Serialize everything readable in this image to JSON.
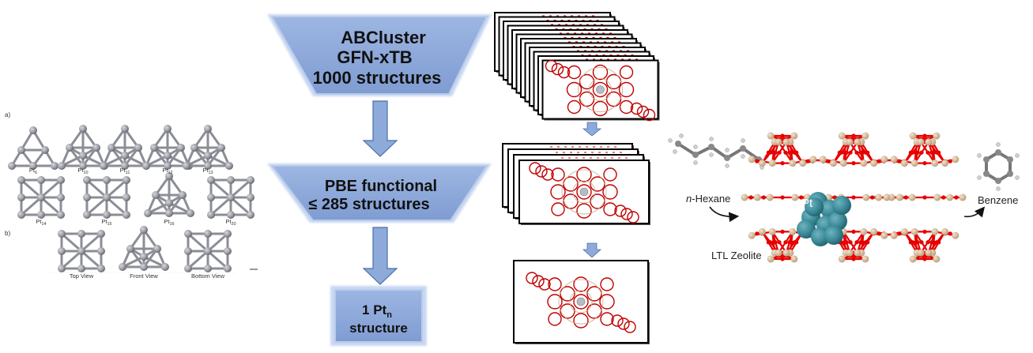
{
  "figure": {
    "left_panel": {
      "panel_a_label": "a)",
      "panel_b_label": "b)",
      "clusters_row1": [
        {
          "base": "Pt",
          "sub": "6"
        },
        {
          "base": "Pt",
          "sub": "10"
        },
        {
          "base": "Pt",
          "sub": "11"
        },
        {
          "base": "Pt",
          "sub": "12"
        },
        {
          "base": "Pt",
          "sub": "13"
        }
      ],
      "clusters_row2": [
        {
          "base": "Pt",
          "sub": "14"
        },
        {
          "base": "Pt",
          "sub": "15"
        },
        {
          "base": "Pt",
          "sub": "16"
        },
        {
          "base": "Pt",
          "sub": "20"
        }
      ],
      "views": [
        "Top View",
        "Front View",
        "Bottom View"
      ]
    },
    "workflow": {
      "stage1": {
        "lines": [
          "ABCluster",
          "GFN-xTB",
          "1000 structures"
        ]
      },
      "stage2": {
        "lines": [
          "PBE functional",
          "≤ 285 structures"
        ]
      },
      "stage3": {
        "line1_prefix": "1 Pt",
        "line1_sub": "n",
        "line2": "structure"
      },
      "stack_counts": {
        "stage1": 12,
        "stage2": 4,
        "stage3": 1
      }
    },
    "reaction": {
      "reactant": "Hexane",
      "reactant_prefix": "n-",
      "product": "Benzene",
      "catalyst_label": "Pt",
      "support_label": "LTL Zeolite"
    },
    "colors": {
      "funnel_fill": "#8faadc",
      "funnel_edge": "#c5d5f0",
      "arrow_fill": "#8eaadb",
      "arrow_stroke": "#4a6fa8",
      "zeolite_o": "#e60000",
      "zeolite_si": "#d2b48c",
      "pt_atom": "#3b8a98",
      "cluster_atom": "#9a9ca4",
      "molecule_c": "#888888",
      "molecule_h": "#cccccc"
    }
  }
}
